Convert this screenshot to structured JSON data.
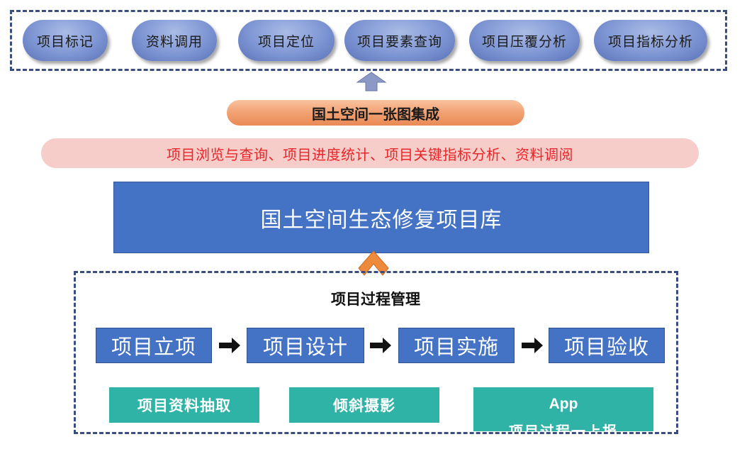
{
  "top_buttons": [
    {
      "label": "项目标记"
    },
    {
      "label": "资料调用"
    },
    {
      "label": "项目定位"
    },
    {
      "label": "项目要素查询"
    },
    {
      "label": "项目压覆分析"
    },
    {
      "label": "项目指标分析"
    }
  ],
  "integration_label": "国土空间一张图集成",
  "functions_label": "项目浏览与查询、项目进度统计、项目关键指标分析、资料调阅",
  "database_label": "国土空间生态修复项目库",
  "process": {
    "title": "项目过程管理",
    "steps": [
      {
        "label": "项目立项"
      },
      {
        "label": "项目设计"
      },
      {
        "label": "项目实施"
      },
      {
        "label": "项目验收"
      }
    ]
  },
  "tools": [
    {
      "label": "项目资料抽取"
    },
    {
      "label": "倾斜摄影"
    },
    {
      "label": "App",
      "sublabel": "项目过程一上报"
    }
  ],
  "colors": {
    "pill_blue": "#7f96d4",
    "integration_orange": "#f2a172",
    "functions_pink": "#f6cdc8",
    "functions_text_red": "#e8262a",
    "primary_blue": "#4472c4",
    "tool_teal": "#2eb3a6",
    "frame_dash": "#3c4e80"
  }
}
